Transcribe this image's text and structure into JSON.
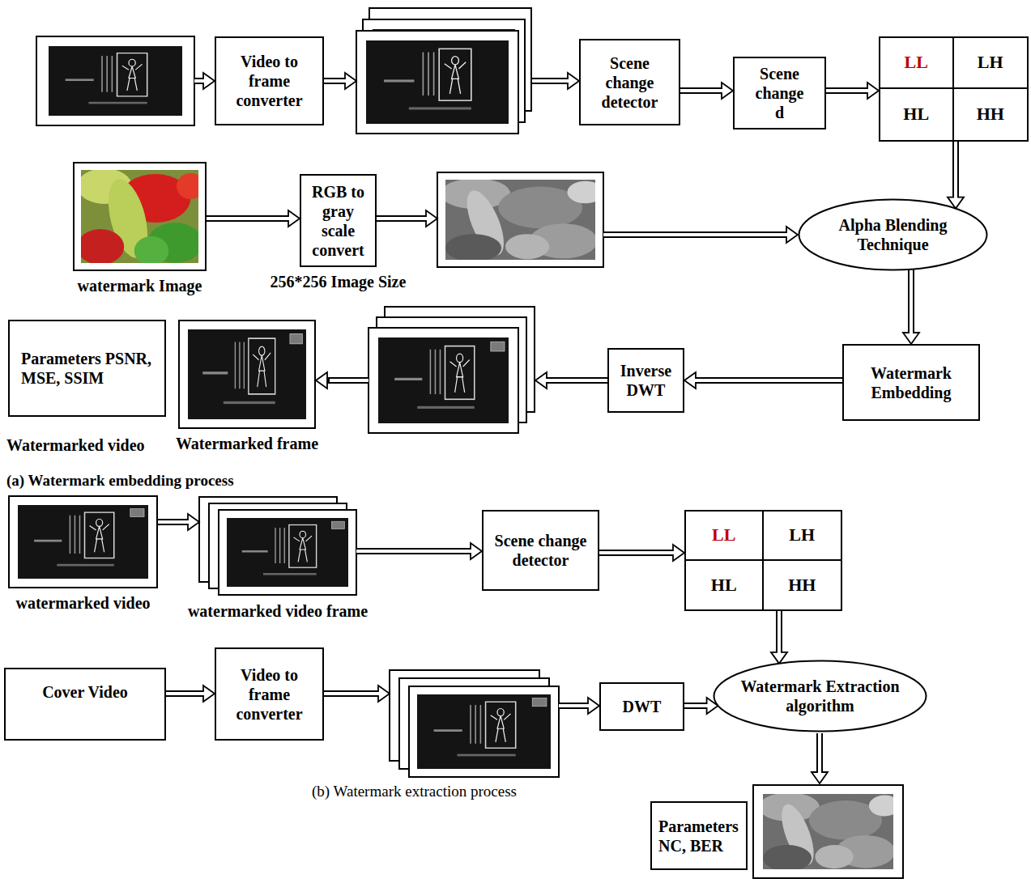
{
  "diagram": {
    "nodes": [
      {
        "text": [
          "Video to frame converter"
        ]
      },
      {
        "text": [
          "Scene change detector"
        ]
      },
      {
        "text": [
          "Scene change d"
        ]
      },
      {
        "text": [
          "LL",
          "LH",
          "HL",
          "HH"
        ]
      },
      {
        "text": [
          "watermark Image"
        ]
      },
      {
        "text": [
          "RGB to gray scale convert",
          "256*256 Image Size"
        ]
      },
      {
        "text": [
          "Alpha Blending Technique"
        ]
      },
      {
        "text": [
          "Watermark Embedding"
        ]
      },
      {
        "text": [
          "Inverse DWT"
        ]
      },
      {
        "text": [
          "Watermarked frame"
        ]
      },
      {
        "text": [
          "Parameters PSNR, MSE, SSIM"
        ]
      },
      {
        "text": [
          "watermarked video"
        ]
      },
      {
        "text": [
          "watermarked video frame"
        ]
      },
      {
        "text": [
          "Scene change detector"
        ]
      },
      {
        "text": [
          "LL",
          "LH",
          "HL",
          "HH"
        ]
      },
      {
        "text": [
          "Cover Video"
        ]
      },
      {
        "text": [
          "Video to frame converter"
        ]
      },
      {
        "text": [
          "DWT"
        ]
      },
      {
        "text": [
          "Watermark Extraction algorithm"
        ]
      },
      {
        "text": [
          "Parameters NC, BER"
        ]
      }
    ],
    "edges": [
      {
        "from": 1,
        "to": 2,
        "arrow": "to"
      },
      {
        "from": 2,
        "to": 3,
        "arrow": "to"
      },
      {
        "from": 3,
        "to": 6,
        "arrow": "to"
      },
      {
        "from": 4,
        "to": 5,
        "arrow": "to"
      },
      {
        "from": 6,
        "to": 7,
        "arrow": "to"
      },
      {
        "from": 7,
        "to": 8,
        "arrow": "to"
      },
      {
        "from": 11,
        "to": 12,
        "arrow": "to"
      },
      {
        "from": 12,
        "to": 13,
        "arrow": "to"
      },
      {
        "from": 13,
        "to": 14,
        "arrow": "to"
      },
      {
        "from": 14,
        "to": 18,
        "arrow": "to"
      },
      {
        "from": 15,
        "to": 16,
        "arrow": "to"
      },
      {
        "from": 17,
        "to": 18,
        "arrow": "to"
      }
    ],
    "labels": [
      "Watermarked video",
      "(a) Watermark embedding process",
      "(b) Watermark extraction process"
    ]
  }
}
